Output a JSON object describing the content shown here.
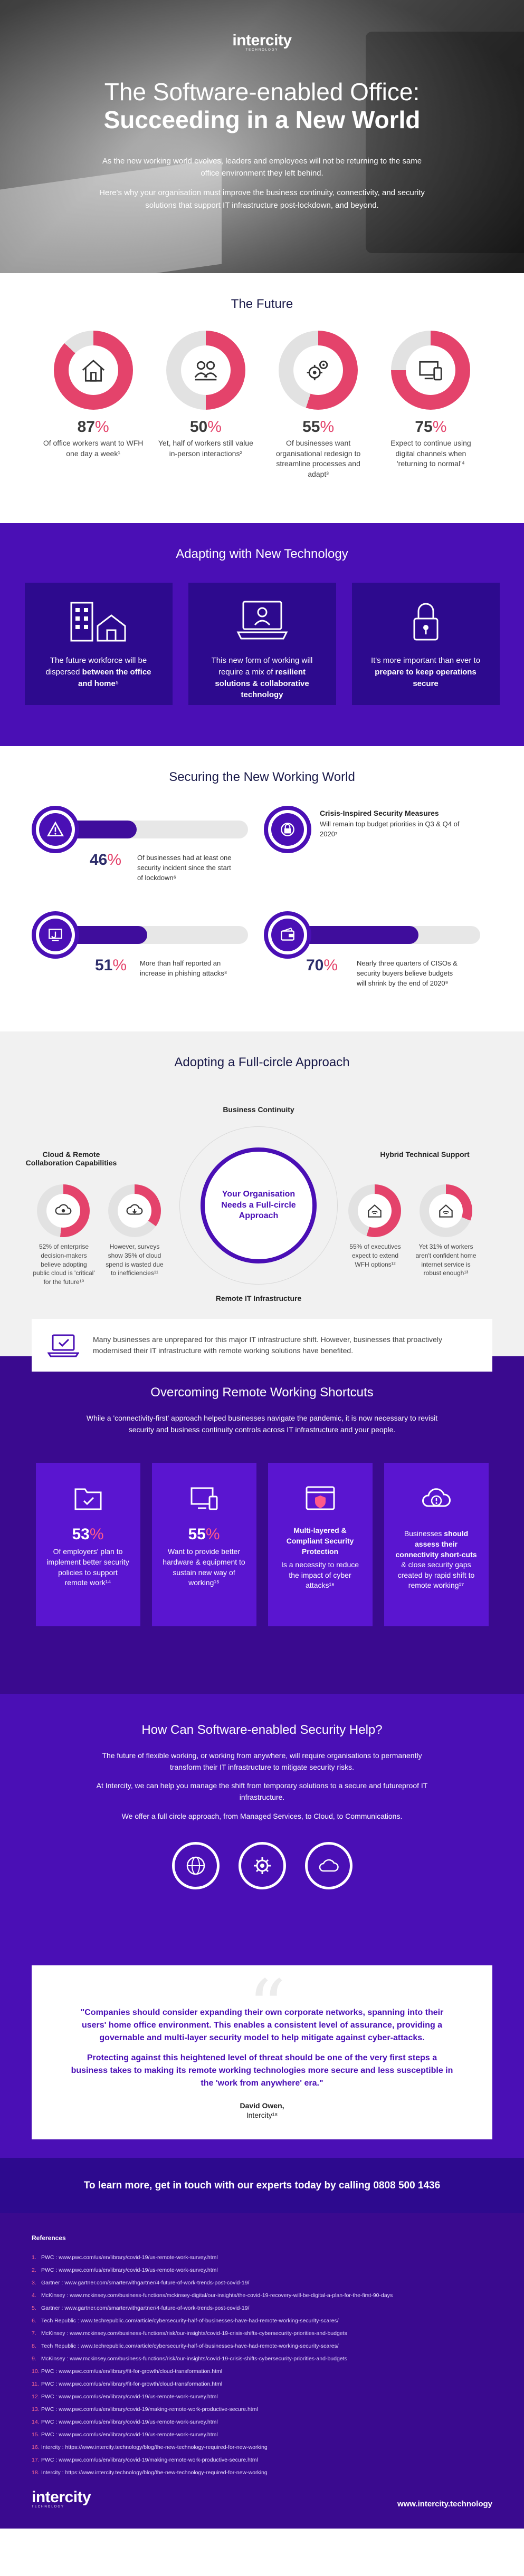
{
  "hero": {
    "logo": "intercity",
    "logo_sub": "TECHNOLOGY",
    "title_line1": "The Software-enabled Office:",
    "title_line2": "Succeeding in a New World",
    "intro1": "As the new working world evolves, leaders and employees will not be returning to the same office environment they left behind.",
    "intro2": "Here's why your organisation must improve the business continuity, connectivity, and security solutions that support IT infrastructure post-lockdown, and beyond."
  },
  "future": {
    "title": "The Future",
    "stats": [
      {
        "value": "87",
        "symbol": "%",
        "fraction": 0.87,
        "icon": "house-icon",
        "caption": "Of office workers want to WFH one day a week¹"
      },
      {
        "value": "50",
        "symbol": "%",
        "fraction": 0.5,
        "icon": "meeting-icon",
        "caption": "Yet, half of workers still value in-person interactions²"
      },
      {
        "value": "55",
        "symbol": "%",
        "fraction": 0.55,
        "icon": "gears-icon",
        "caption": "Of businesses want organisational redesign to streamline processes and adapt³"
      },
      {
        "value": "75",
        "symbol": "%",
        "fraction": 0.75,
        "icon": "devices-icon",
        "caption": "Expect to continue using digital channels when 'returning to normal'⁴"
      }
    ]
  },
  "adapting": {
    "title": "Adapting with New Technology",
    "cards": [
      {
        "icon": "office-home-icon",
        "text_pre": "The future workforce will be dispersed ",
        "text_bold": "between the office and home",
        "text_post": "⁵"
      },
      {
        "icon": "video-call-icon",
        "text_pre": "This new form of working will require a mix of ",
        "text_bold": "resilient solutions & collaborative technology",
        "text_post": ""
      },
      {
        "icon": "padlock-icon",
        "text_pre": "It's more important than ever to ",
        "text_bold": "prepare to keep operations secure",
        "text_post": ""
      }
    ]
  },
  "securing": {
    "title": "Securing the New Working World",
    "items": [
      {
        "value": "46",
        "symbol": "%",
        "fraction": 0.46,
        "icon": "warning-icon",
        "text": "Of businesses had at least one security incident since the start of lockdown⁶"
      },
      {
        "value": "",
        "symbol": "",
        "fraction": 0,
        "icon": "money-lock-icon",
        "title": "Crisis-Inspired Security Measures",
        "text": "Will remain top budget priorities in Q3 & Q4 of 2020⁷"
      },
      {
        "value": "51",
        "symbol": "%",
        "fraction": 0.51,
        "icon": "phishing-icon",
        "text": "More than half reported an increase in phishing attacks⁸"
      },
      {
        "value": "70",
        "symbol": "%",
        "fraction": 0.7,
        "icon": "wallet-icon",
        "text": "Nearly three quarters of CISOs & security buyers believe budgets will shrink by the end of 2020⁹"
      }
    ]
  },
  "full_circle": {
    "title": "Adopting a Full-circle Approach",
    "center": "Your Organisation Needs a Full-circle Approach",
    "nodes": {
      "top": "Business Continuity",
      "bottom": "Remote IT Infrastructure",
      "left": "Cloud & Remote Collaboration Capabilities",
      "right": "Hybrid Technical Support"
    },
    "rings": [
      {
        "fraction": 0.52,
        "icon": "cloud-eye-icon",
        "caption": "52% of enterprise decision-makers believe adopting public cloud is 'critical' for the future¹⁰"
      },
      {
        "fraction": 0.35,
        "icon": "cloud-waste-icon",
        "caption": "However, surveys show 35% of cloud spend is wasted due to inefficiencies¹¹"
      },
      {
        "fraction": 0.55,
        "icon": "house-wifi-icon",
        "caption": "55% of executives expect to extend WFH options¹²"
      },
      {
        "fraction": 0.31,
        "icon": "house-wifi-icon",
        "caption": "Yet 31% of workers aren't confident home internet service is robust enough¹³"
      }
    ],
    "notice": "Many businesses are unprepared for this major IT infrastructure shift. However, businesses that proactively modernised their IT infrastructure with remote working solutions have benefited."
  },
  "overcoming": {
    "title": "Overcoming Remote Working Shortcuts",
    "lead": "While a 'connectivity-first' approach helped businesses navigate the pandemic, it is now necessary to revisit security and business continuity controls across IT infrastructure and your people.",
    "cards": [
      {
        "icon": "folder-icon",
        "value": "53",
        "symbol": "%",
        "title": "",
        "text": "Of employers' plan to implement better security policies to support remote work¹⁴"
      },
      {
        "icon": "monitor-icon",
        "value": "55",
        "symbol": "%",
        "title": "",
        "text": "Want to provide better hardware & equipment to sustain new way of working¹⁵"
      },
      {
        "icon": "browser-shield-icon",
        "value": "",
        "symbol": "",
        "title": "Multi-layered & Compliant Security Protection",
        "text": "Is a necessity to reduce the impact of cyber attacks¹⁶"
      },
      {
        "icon": "cloud-alert-icon",
        "value": "",
        "symbol": "",
        "title": "",
        "text_pre": "Businesses ",
        "text_bold": "should assess their connectivity short-cuts",
        "text_post": " & close security gaps created by rapid shift to remote working¹⁷"
      }
    ]
  },
  "howcan": {
    "title": "How Can Software-enabled Security Help?",
    "p1": "The future of flexible working, or working from anywhere, will require organisations to permanently transform their IT infrastructure to mitigate security risks.",
    "p2": "At Intercity, we can help you manage the shift from temporary solutions to a secure and futureproof IT infrastructure.",
    "p3": "We offer a full circle approach, from Managed Services, to Cloud, to Communications.",
    "icons": [
      "globe-icon",
      "gear-icon",
      "cloud-icon"
    ],
    "quote1": "\"Companies should consider expanding their own corporate networks, spanning into their users' home office environment. This enables a consistent level of assurance, providing a governable and multi-layer security model to help mitigate against cyber-attacks.",
    "quote2": "Protecting against this heightened level of threat should be one of the very first steps a business takes to making its remote working technologies more secure and less susceptible in the 'work from anywhere' era.\"",
    "author": "David Owen,",
    "role": "Intercity¹⁸"
  },
  "cta": {
    "text": "To learn more, get in touch with our experts today by calling 0808 500 1436"
  },
  "references": {
    "title": "References",
    "items": [
      "PWC : www.pwc.com/us/en/library/covid-19/us-remote-work-survey.html",
      "PWC : www.pwc.com/us/en/library/covid-19/us-remote-work-survey.html",
      "Gartner : www.gartner.com/smarterwithgartner/4-future-of-work-trends-post-covid-19/",
      "McKinsey : www.mckinsey.com/business-functions/mckinsey-digital/our-insights/the-covid-19-recovery-will-be-digital-a-plan-for-the-first-90-days",
      "Gartner : www.gartner.com/smarterwithgartner/4-future-of-work-trends-post-covid-19/",
      "Tech Republic : www.techrepublic.com/article/cybersecurity-half-of-businesses-have-had-remote-working-security-scares/",
      "McKinsey : www.mckinsey.com/business-functions/risk/our-insights/covid-19-crisis-shifts-cybersecurity-priorities-and-budgets",
      "Tech Republic : www.techrepublic.com/article/cybersecurity-half-of-businesses-have-had-remote-working-security-scares/",
      "McKinsey : www.mckinsey.com/business-functions/risk/our-insights/covid-19-crisis-shifts-cybersecurity-priorities-and-budgets",
      "PWC : www.pwc.com/us/en/library/fit-for-growth/cloud-transformation.html",
      "PWC : www.pwc.com/us/en/library/fit-for-growth/cloud-transformation.html",
      "PWC : www.pwc.com/us/en/library/covid-19/us-remote-work-survey.html",
      "PWC : www.pwc.com/us/en/library/covid-19/making-remote-work-productive-secure.html",
      "PWC : www.pwc.com/us/en/library/covid-19/us-remote-work-survey.html",
      "PWC : www.pwc.com/us/en/library/covid-19/us-remote-work-survey.html",
      "Intercity : https://www.intercity.technology/blog/the-new-technology-required-for-new-working",
      "PWC : www.pwc.com/us/en/library/covid-19/making-remote-work-productive-secure.html",
      "Intercity : https://www.intercity.technology/blog/the-new-technology-required-for-new-working"
    ],
    "footer_logo": "intercity",
    "footer_logo_sub": "TECHNOLOGY",
    "footer_url": "www.intercity.technology"
  },
  "colors": {
    "purple": "#4a0fb5",
    "dark_purple": "#2d0a8e",
    "pink": "#e4436b",
    "ring_grey": "#e2e2e2"
  }
}
